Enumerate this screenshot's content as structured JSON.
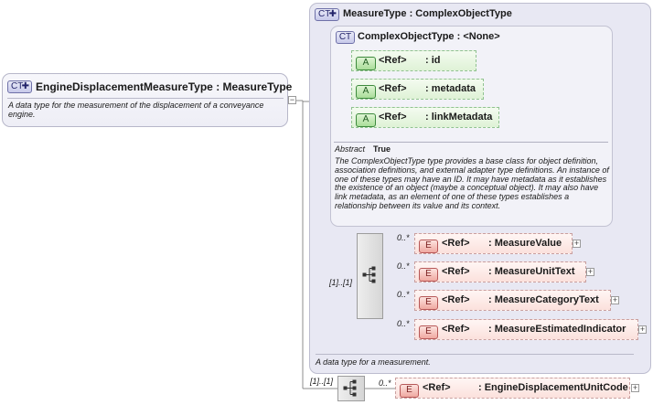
{
  "root": {
    "badge": "CT",
    "name": "EngineDisplacementMeasureType",
    "base": ": MeasureType",
    "description": "A data type for the measurement of the displacement of a conveyance engine."
  },
  "measure_type": {
    "badge": "CT",
    "name": "MeasureType",
    "base": ": ComplexObjectType",
    "description": "A data type for a measurement.",
    "complex_object_type": {
      "badge": "CT",
      "name": "ComplexObjectType",
      "base": ": <None>",
      "attributes": [
        {
          "badge": "A",
          "ref": "<Ref>",
          "name": ": id"
        },
        {
          "badge": "A",
          "ref": "<Ref>",
          "name": ": metadata"
        },
        {
          "badge": "A",
          "ref": "<Ref>",
          "name": ": linkMetadata"
        }
      ],
      "abstract_label": "Abstract",
      "abstract_value": "True",
      "description": "The ComplexObjectType type provides a base class for object definition, association definitions, and external adapter type definitions. An instance of one of these types may have an ID. It may have metadata as it establishes the existence of an object (maybe a conceptual object). It may also have link metadata, as an element of one of these types establishes a relationship between its value and its context."
    },
    "sequence_occurrence": "[1]..[1]",
    "elements": [
      {
        "badge": "E",
        "ref": "<Ref>",
        "name": ": MeasureValue",
        "occurrence": "0..*"
      },
      {
        "badge": "E",
        "ref": "<Ref>",
        "name": ": MeasureUnitText",
        "occurrence": "0..*"
      },
      {
        "badge": "E",
        "ref": "<Ref>",
        "name": ": MeasureCategoryText",
        "occurrence": "0..*"
      },
      {
        "badge": "E",
        "ref": "<Ref>",
        "name": ": MeasureEstimatedIndicator",
        "occurrence": "0..*"
      }
    ]
  },
  "bottom": {
    "sequence_occurrence": "[1]..[1]",
    "element": {
      "badge": "E",
      "ref": "<Ref>",
      "name": ": EngineDisplacementUnitCode",
      "occurrence": "0..*"
    }
  },
  "expand_symbol": "+",
  "collapse_symbol": "−"
}
